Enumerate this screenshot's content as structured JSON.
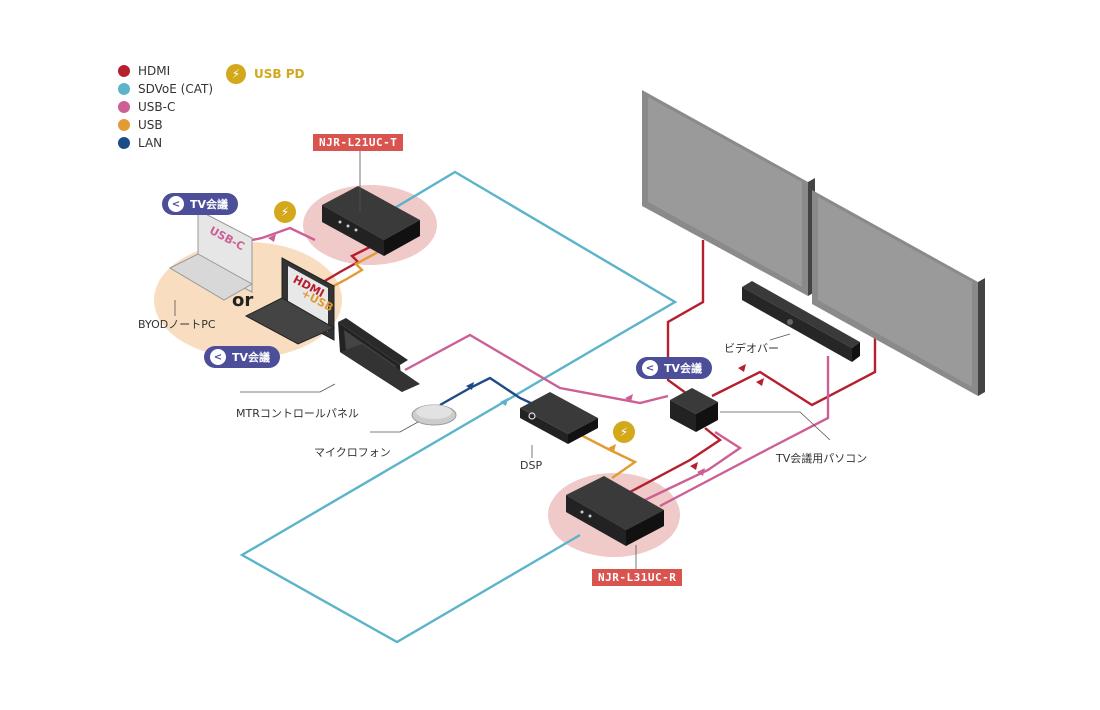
{
  "colors": {
    "hdmi": "#b51f2e",
    "sdvoe": "#5bb4c9",
    "usbc": "#cc5f96",
    "usb": "#e29a33",
    "lan": "#1d4b86",
    "usbpd": "#d4a81b",
    "tag": "#d9534f",
    "highlight": "#f0c9c9",
    "byod_area": "#f8ddc1",
    "pill": "#4c4e9a",
    "device": "#262626",
    "display": "#9a9a9a"
  },
  "legend": {
    "items": [
      {
        "label": "HDMI",
        "color_key": "hdmi"
      },
      {
        "label": "SDVoE (CAT)",
        "color_key": "sdvoe"
      },
      {
        "label": "USB-C",
        "color_key": "usbc"
      },
      {
        "label": "USB",
        "color_key": "usb"
      },
      {
        "label": "LAN",
        "color_key": "lan"
      }
    ],
    "usbpd_label": "USB PD"
  },
  "devices": {
    "transmitter_model": "NJR-L21UC-T",
    "receiver_model": "NJR-L31UC-R",
    "byod_pc": "BYODノートPC",
    "mtr_panel": "MTRコントロールパネル",
    "microphone": "マイクロフォン",
    "dsp": "DSP",
    "video_bar": "ビデオバー",
    "tv_conf_pc": "TV会議用パソコン"
  },
  "pills": {
    "laptop_top": "TV会議",
    "laptop_bottom": "TV会議",
    "conf_pc": "TV会議"
  },
  "screens": {
    "laptop1_text": "USB-C",
    "laptop2_line1": "HDMI",
    "laptop2_line2": "+USB",
    "or_text": "or"
  },
  "icons": {
    "share": "share-icon",
    "bolt": "lightning-icon"
  }
}
